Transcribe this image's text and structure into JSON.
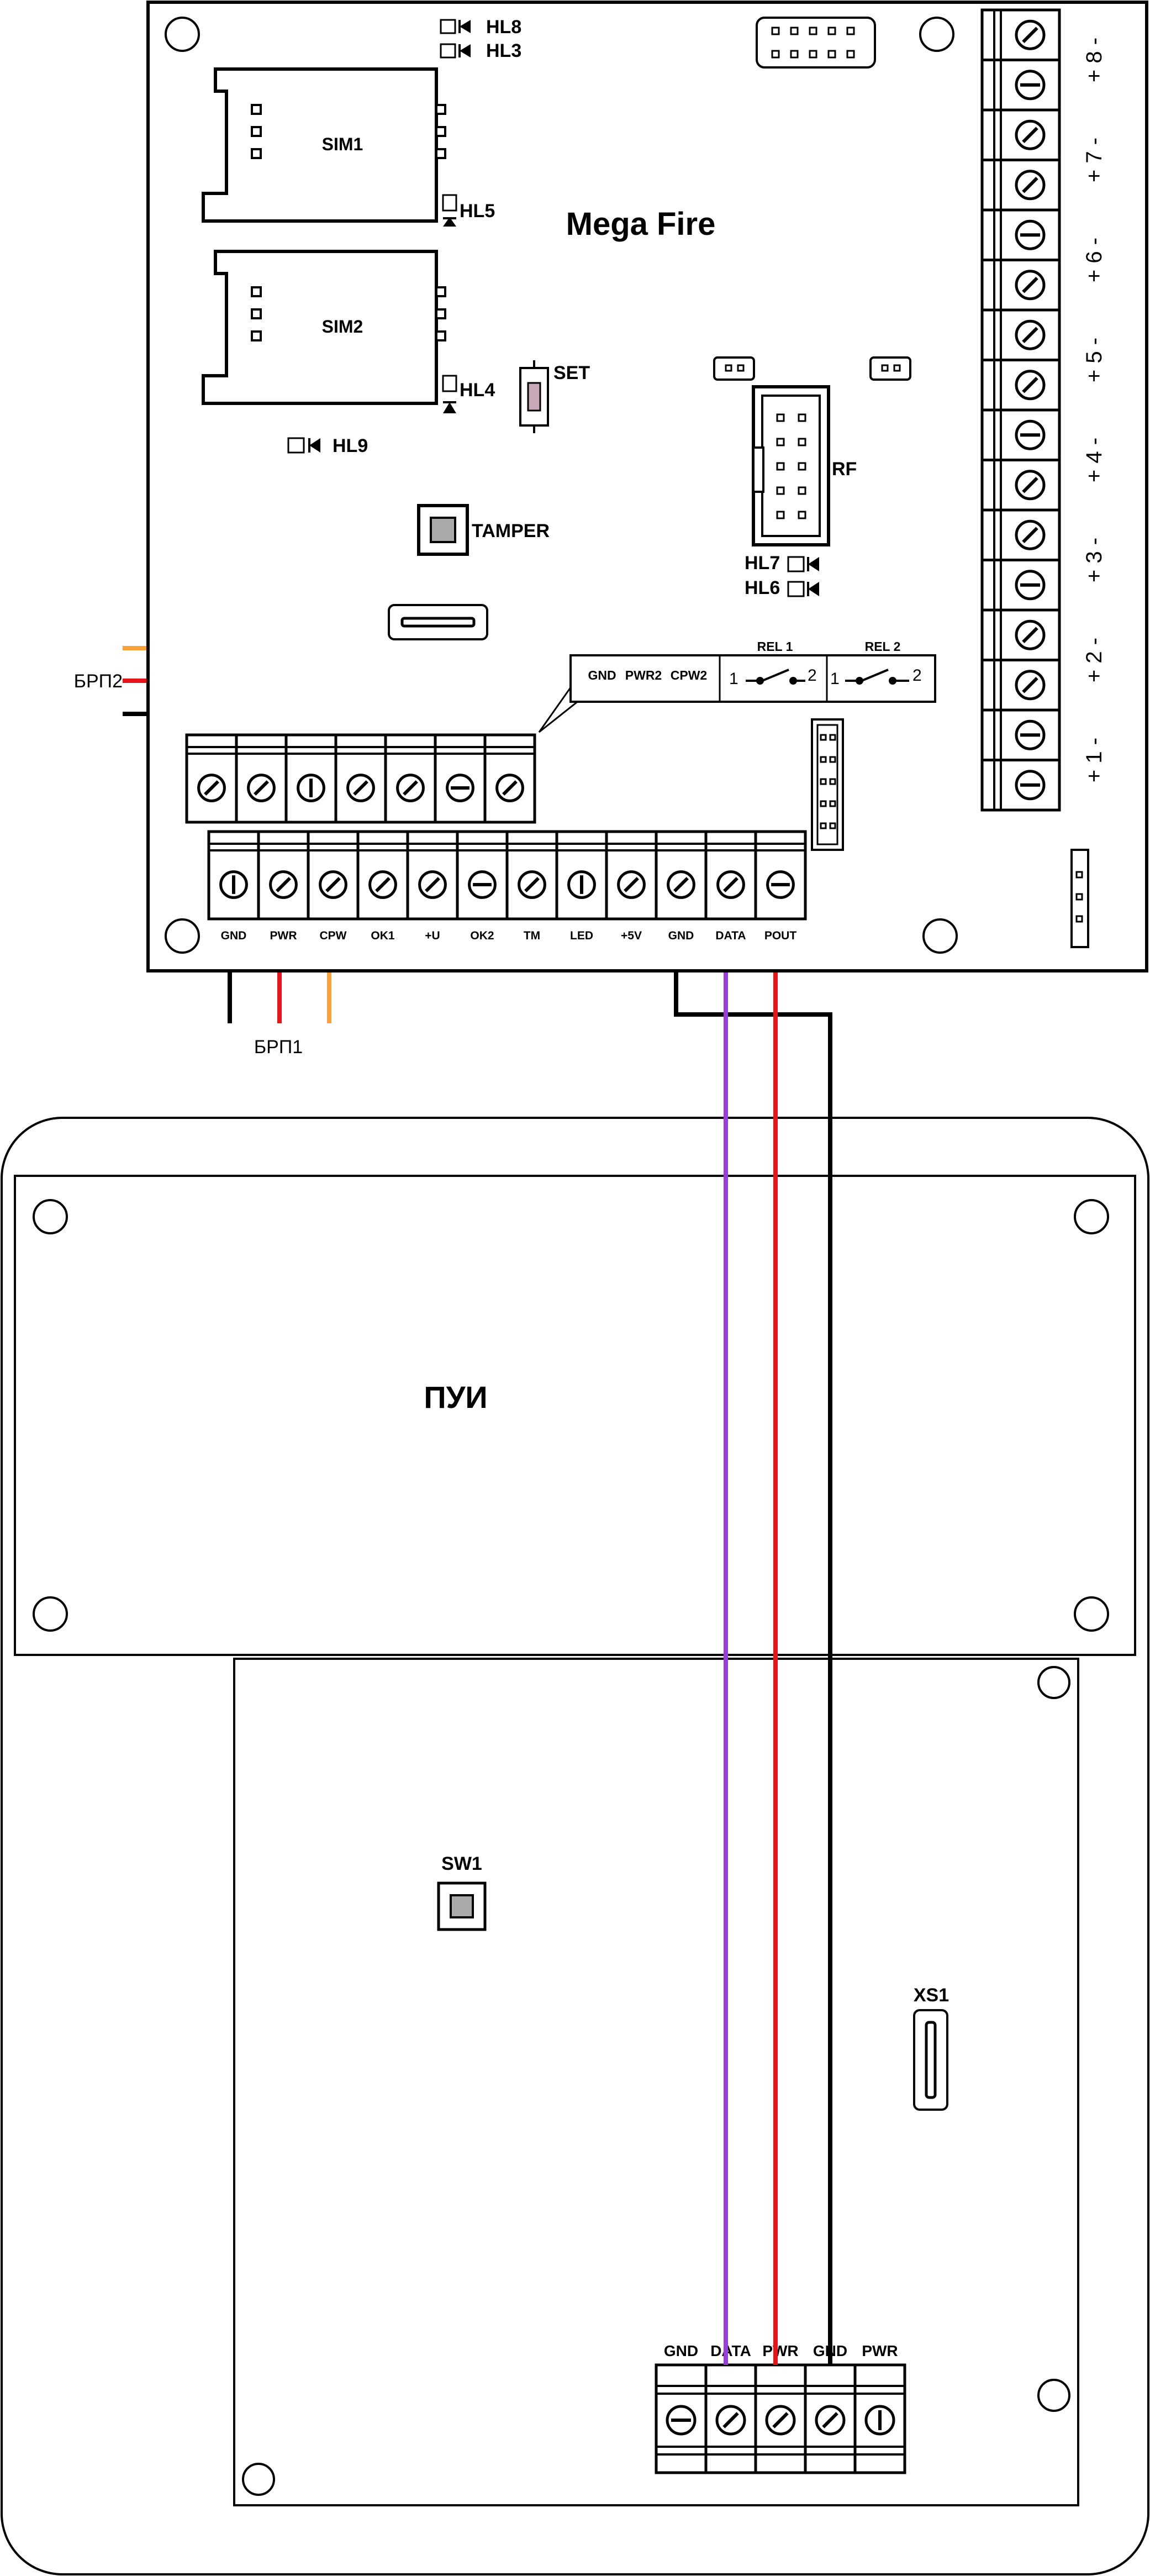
{
  "controller": {
    "title": "Mega Fire",
    "sim1": "SIM1",
    "sim2": "SIM2",
    "set_label": "SET",
    "tamper_label": "TAMPER",
    "rf_label": "RF",
    "leds": {
      "hl8": "HL8",
      "hl3": "HL3",
      "hl5": "HL5",
      "hl4": "HL4",
      "hl9": "HL9",
      "hl7": "HL7",
      "hl6": "HL6"
    },
    "relay_box": {
      "pwr2_labels": [
        "GND",
        "PWR2",
        "CPW2"
      ],
      "rel1": "REL 1",
      "rel2": "REL 2",
      "contact_1": "1",
      "contact_2": "2"
    },
    "bottom_terminals": [
      "GND",
      "PWR",
      "CPW",
      "OK1",
      "+U",
      "OK2",
      "TM",
      "LED",
      "+5V",
      "GND",
      "DATA",
      "POUT"
    ],
    "zone_labels": [
      "+ 8 -",
      "+ 7 -",
      "+ 6 -",
      "+ 5 -",
      "+ 4 -",
      "+ 3 -",
      "+ 2 -",
      "+ 1 -"
    ]
  },
  "power_units": {
    "brp1": "БРП1",
    "brp2": "БРП2"
  },
  "indicator_panel": {
    "title": "ПУИ",
    "sw1": "SW1",
    "xs1": "XS1",
    "terminals": [
      "GND",
      "DATA",
      "PWR",
      "GND",
      "PWR"
    ]
  },
  "colors": {
    "black_wire": "#000000",
    "red_wire": "#e8141c",
    "orange_wire": "#f7a23c",
    "purple_wire": "#9a3fd6",
    "tamper_body": "#c8a7b8"
  }
}
